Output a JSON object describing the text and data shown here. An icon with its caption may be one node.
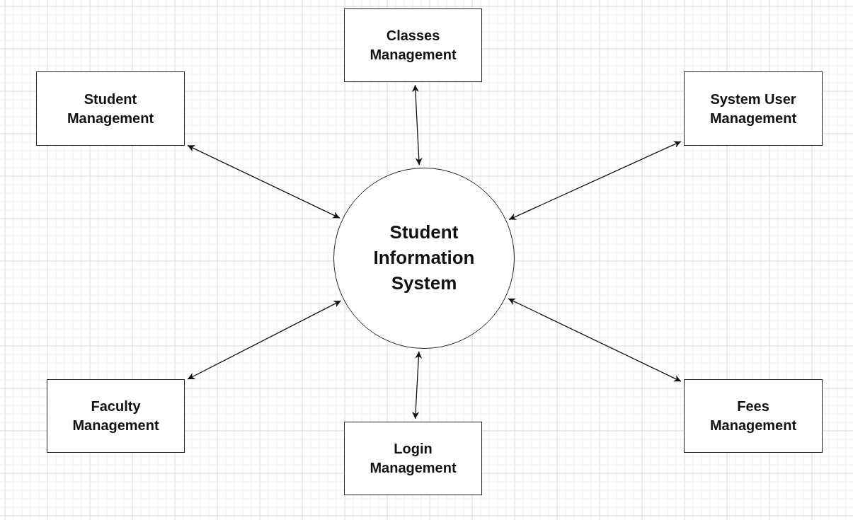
{
  "diagram": {
    "nodes": [
      {
        "text": [
          "Classes Management"
        ]
      },
      {
        "text": [
          "Student Management"
        ]
      },
      {
        "text": [
          "System User Management"
        ]
      },
      {
        "text": [
          "Student Information System"
        ]
      },
      {
        "text": [
          "Faculty Management"
        ]
      },
      {
        "text": [
          "Fees Management"
        ]
      },
      {
        "text": [
          "Login Management"
        ]
      }
    ],
    "edges": [
      {
        "from": 3,
        "to": 0,
        "arrow": "both"
      },
      {
        "from": 3,
        "to": 1,
        "arrow": "both"
      },
      {
        "from": 3,
        "to": 2,
        "arrow": "both"
      },
      {
        "from": 3,
        "to": 4,
        "arrow": "both"
      },
      {
        "from": 3,
        "to": 5,
        "arrow": "both"
      },
      {
        "from": 3,
        "to": 6,
        "arrow": "both"
      }
    ]
  }
}
